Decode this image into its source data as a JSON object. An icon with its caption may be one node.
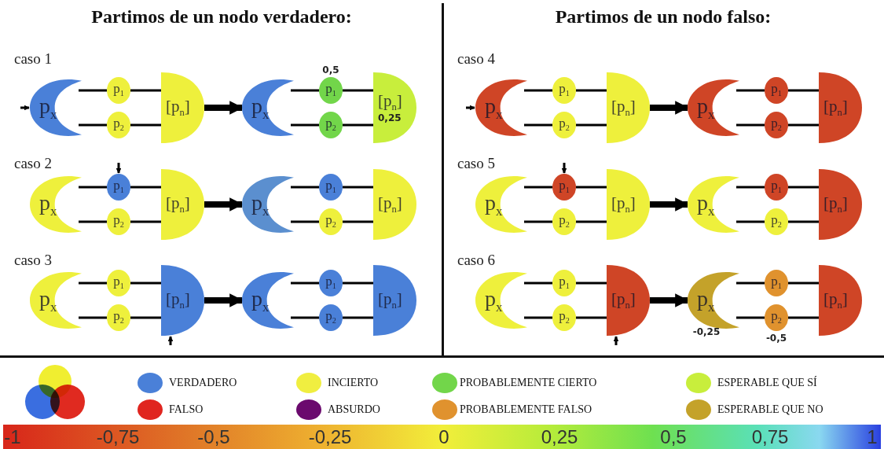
{
  "diagram": {
    "nodes": [
      {
        "text": [
          "p$_{x}$"
        ]
      },
      {
        "text": [
          "p$_{1}$"
        ]
      },
      {
        "text": [
          "p$_{2}$"
        ]
      },
      {
        "text": [
          "[p$_{n}$]"
        ]
      },
      {
        "text": [
          "p$_{x}$"
        ]
      },
      {
        "text": [
          "p$_{1}$"
        ],
        "beside": [
          "0,5"
        ]
      },
      {
        "text": [
          "p$_{2}$"
        ]
      },
      {
        "text": [
          "[p$_{n}$]",
          "0,25"
        ]
      },
      {
        "text": [
          "p$_{x}$"
        ]
      },
      {
        "text": [
          "p$_{1}$"
        ]
      },
      {
        "text": [
          "p$_{2}$"
        ]
      },
      {
        "text": [
          "[p$_{n}$]"
        ]
      },
      {
        "text": [
          "p$_{x}$"
        ]
      },
      {
        "text": [
          "p$_{1}$"
        ]
      },
      {
        "text": [
          "p$_{2}$"
        ]
      },
      {
        "text": [
          "[p$_{n}$]"
        ]
      },
      {
        "text": [
          "p$_{x}$"
        ]
      },
      {
        "text": [
          "p$_{1}$"
        ]
      },
      {
        "text": [
          "p$_{2}$"
        ]
      },
      {
        "text": [
          "[p$_{n}$]"
        ]
      },
      {
        "text": [
          "p$_{x}$"
        ]
      },
      {
        "text": [
          "p$_{1}$"
        ]
      },
      {
        "text": [
          "p$_{2}$"
        ]
      },
      {
        "text": [
          "[p$_{n}$]"
        ]
      },
      {
        "text": [
          "p$_{x}$"
        ]
      },
      {
        "text": [
          "p$_{1}$"
        ]
      },
      {
        "text": [
          "p$_{2}$"
        ]
      },
      {
        "text": [
          "[p$_{n}$]"
        ]
      },
      {
        "text": [
          "p$_{x}$"
        ]
      },
      {
        "text": [
          "p$_{1}$"
        ]
      },
      {
        "text": [
          "p$_{2}$"
        ]
      },
      {
        "text": [
          "[p$_{n}$]"
        ]
      },
      {
        "text": [
          "p$_{x}$"
        ]
      },
      {
        "text": [
          "p$_{1}$"
        ]
      },
      {
        "text": [
          "p$_{2}$"
        ]
      },
      {
        "text": [
          "[p$_{n}$]"
        ]
      },
      {
        "text": [
          "p$_{x}$"
        ]
      },
      {
        "text": [
          "p$_{1}$"
        ]
      },
      {
        "text": [
          "p$_{2}$"
        ]
      },
      {
        "text": [
          "[p$_{n}$]"
        ]
      },
      {
        "text": [
          "p$_{x}$"
        ]
      },
      {
        "text": [
          "p$_{1}$"
        ]
      },
      {
        "text": [
          "p$_{2}$"
        ]
      },
      {
        "text": [
          "[p$_{n}$]"
        ]
      },
      {
        "text": [
          "p$_{x}$"
        ],
        "beside": [
          "-0,25"
        ]
      },
      {
        "text": [
          "p$_{1}$"
        ]
      },
      {
        "text": [
          "p$_{2}$"
        ],
        "beside": [
          "-0,5"
        ]
      },
      {
        "text": [
          "[p$_{n}$]"
        ]
      }
    ],
    "edges": [
      {
        "from": 0,
        "to": 1,
        "arrow": "none"
      },
      {
        "from": 1,
        "to": 3,
        "arrow": "none"
      },
      {
        "from": 0,
        "to": 2,
        "arrow": "none"
      },
      {
        "from": 2,
        "to": 3,
        "arrow": "none"
      },
      {
        "from": 4,
        "to": 5,
        "arrow": "none"
      },
      {
        "from": 5,
        "to": 7,
        "arrow": "none"
      },
      {
        "from": 4,
        "to": 6,
        "arrow": "none"
      },
      {
        "from": 6,
        "to": 7,
        "arrow": "none"
      },
      {
        "from": 8,
        "to": 9,
        "arrow": "none"
      },
      {
        "from": 9,
        "to": 11,
        "arrow": "none"
      },
      {
        "from": 8,
        "to": 10,
        "arrow": "none"
      },
      {
        "from": 10,
        "to": 11,
        "arrow": "none"
      },
      {
        "from": 12,
        "to": 13,
        "arrow": "none"
      },
      {
        "from": 13,
        "to": 15,
        "arrow": "none"
      },
      {
        "from": 12,
        "to": 14,
        "arrow": "none"
      },
      {
        "from": 14,
        "to": 15,
        "arrow": "none"
      },
      {
        "from": 16,
        "to": 17,
        "arrow": "none"
      },
      {
        "from": 17,
        "to": 19,
        "arrow": "none"
      },
      {
        "from": 16,
        "to": 18,
        "arrow": "none"
      },
      {
        "from": 18,
        "to": 19,
        "arrow": "none"
      },
      {
        "from": 20,
        "to": 21,
        "arrow": "none"
      },
      {
        "from": 21,
        "to": 23,
        "arrow": "none"
      },
      {
        "from": 20,
        "to": 22,
        "arrow": "none"
      },
      {
        "from": 22,
        "to": 23,
        "arrow": "none"
      },
      {
        "from": 24,
        "to": 25,
        "arrow": "none"
      },
      {
        "from": 25,
        "to": 27,
        "arrow": "none"
      },
      {
        "from": 24,
        "to": 26,
        "arrow": "none"
      },
      {
        "from": 26,
        "to": 27,
        "arrow": "none"
      },
      {
        "from": 28,
        "to": 29,
        "arrow": "none"
      },
      {
        "from": 29,
        "to": 31,
        "arrow": "none"
      },
      {
        "from": 28,
        "to": 30,
        "arrow": "none"
      },
      {
        "from": 30,
        "to": 31,
        "arrow": "none"
      },
      {
        "from": 32,
        "to": 33,
        "arrow": "none"
      },
      {
        "from": 33,
        "to": 35,
        "arrow": "none"
      },
      {
        "from": 32,
        "to": 34,
        "arrow": "none"
      },
      {
        "from": 34,
        "to": 35,
        "arrow": "none"
      },
      {
        "from": 36,
        "to": 37,
        "arrow": "none"
      },
      {
        "from": 37,
        "to": 39,
        "arrow": "none"
      },
      {
        "from": 36,
        "to": 38,
        "arrow": "none"
      },
      {
        "from": 38,
        "to": 39,
        "arrow": "none"
      },
      {
        "from": 40,
        "to": 41,
        "arrow": "none"
      },
      {
        "from": 41,
        "to": 43,
        "arrow": "none"
      },
      {
        "from": 40,
        "to": 42,
        "arrow": "none"
      },
      {
        "from": 42,
        "to": 43,
        "arrow": "none"
      },
      {
        "from": 44,
        "to": 45,
        "arrow": "none"
      },
      {
        "from": 45,
        "to": 47,
        "arrow": "none"
      },
      {
        "from": 44,
        "to": 46,
        "arrow": "none"
      },
      {
        "from": 46,
        "to": 47,
        "arrow": "none"
      },
      {
        "from": 3,
        "to": 4,
        "arrow": "to",
        "style": "thick"
      },
      {
        "from": 11,
        "to": 12,
        "arrow": "to",
        "style": "thick"
      },
      {
        "from": 19,
        "to": 20,
        "arrow": "to",
        "style": "thick"
      },
      {
        "from": 27,
        "to": 28,
        "arrow": "to",
        "style": "thick"
      },
      {
        "from": 35,
        "to": 36,
        "arrow": "to",
        "style": "thick"
      },
      {
        "from": 43,
        "to": 44,
        "arrow": "to",
        "style": "thick"
      },
      {
        "from": null,
        "to": 0,
        "arrow": "to"
      },
      {
        "from": null,
        "to": 9,
        "arrow": "to"
      },
      {
        "from": null,
        "to": 19,
        "arrow": "to"
      },
      {
        "from": null,
        "to": 24,
        "arrow": "to"
      },
      {
        "from": null,
        "to": 33,
        "arrow": "to"
      },
      {
        "from": null,
        "to": 43,
        "arrow": "to"
      }
    ],
    "labels": [
      "Partimos de un nodo verdadero:",
      "Partimos de un nodo falso:",
      "caso 1",
      "caso 4",
      "caso 2",
      "caso 5",
      "caso 3",
      "caso 6",
      "-1",
      "-0,75",
      "-0,5",
      "-0,25",
      "0",
      "0,25",
      "0,5",
      "0,75",
      "1"
    ],
    "legend": [
      {
        "text": "VERDADERO",
        "color": "#4a80d8"
      },
      {
        "text": "INCIERTO",
        "color": "#f0ee40"
      },
      {
        "text": "PROBABLEMENTE CIERTO",
        "color": "#72d64a"
      },
      {
        "text": "ESPERABLE QUE SÍ",
        "color": "#c8ee3c"
      },
      {
        "text": "FALSO",
        "color": "#e0251f"
      },
      {
        "text": "ABSURDO",
        "color": "#6b0a6e"
      },
      {
        "text": "PROBABLEMENTE FALSO",
        "color": "#e0922e"
      },
      {
        "text": "ESPERABLE QUE NO",
        "color": "#c4a22a"
      }
    ]
  }
}
